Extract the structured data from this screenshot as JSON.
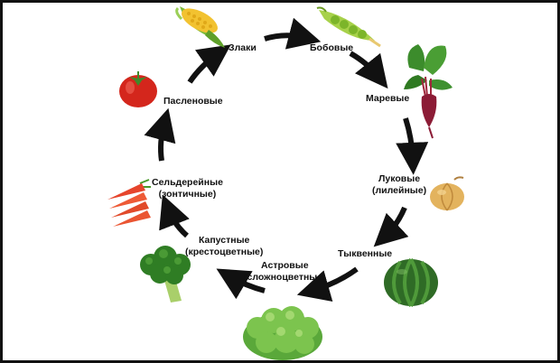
{
  "stages": [
    {
      "id": "zlaki",
      "line1": "Злаки",
      "line2": ""
    },
    {
      "id": "bobovye",
      "line1": "Бобовые",
      "line2": ""
    },
    {
      "id": "marevye",
      "line1": "Маревые",
      "line2": ""
    },
    {
      "id": "lukovye",
      "line1": "Луковые",
      "line2": "(лилейные)"
    },
    {
      "id": "tykvennye",
      "line1": "Тыквенные",
      "line2": ""
    },
    {
      "id": "astrovye",
      "line1": "Астровые",
      "line2": "(сложноцветные)"
    },
    {
      "id": "kapustnye",
      "line1": "Капустные",
      "line2": "(крестоцветные)"
    },
    {
      "id": "seldereynye",
      "line1": "Сельдерейные",
      "line2": "(зонтичные)"
    },
    {
      "id": "paslenovye",
      "line1": "Пасленовые",
      "line2": ""
    }
  ],
  "colors": {
    "arrow": "#111111",
    "text": "#111111"
  },
  "icons": [
    "corn-icon",
    "pea-pod-icon",
    "beet-icon",
    "onion-icon",
    "watermelon-icon",
    "lettuce-icon",
    "broccoli-icon",
    "carrot-icon",
    "tomato-icon"
  ]
}
